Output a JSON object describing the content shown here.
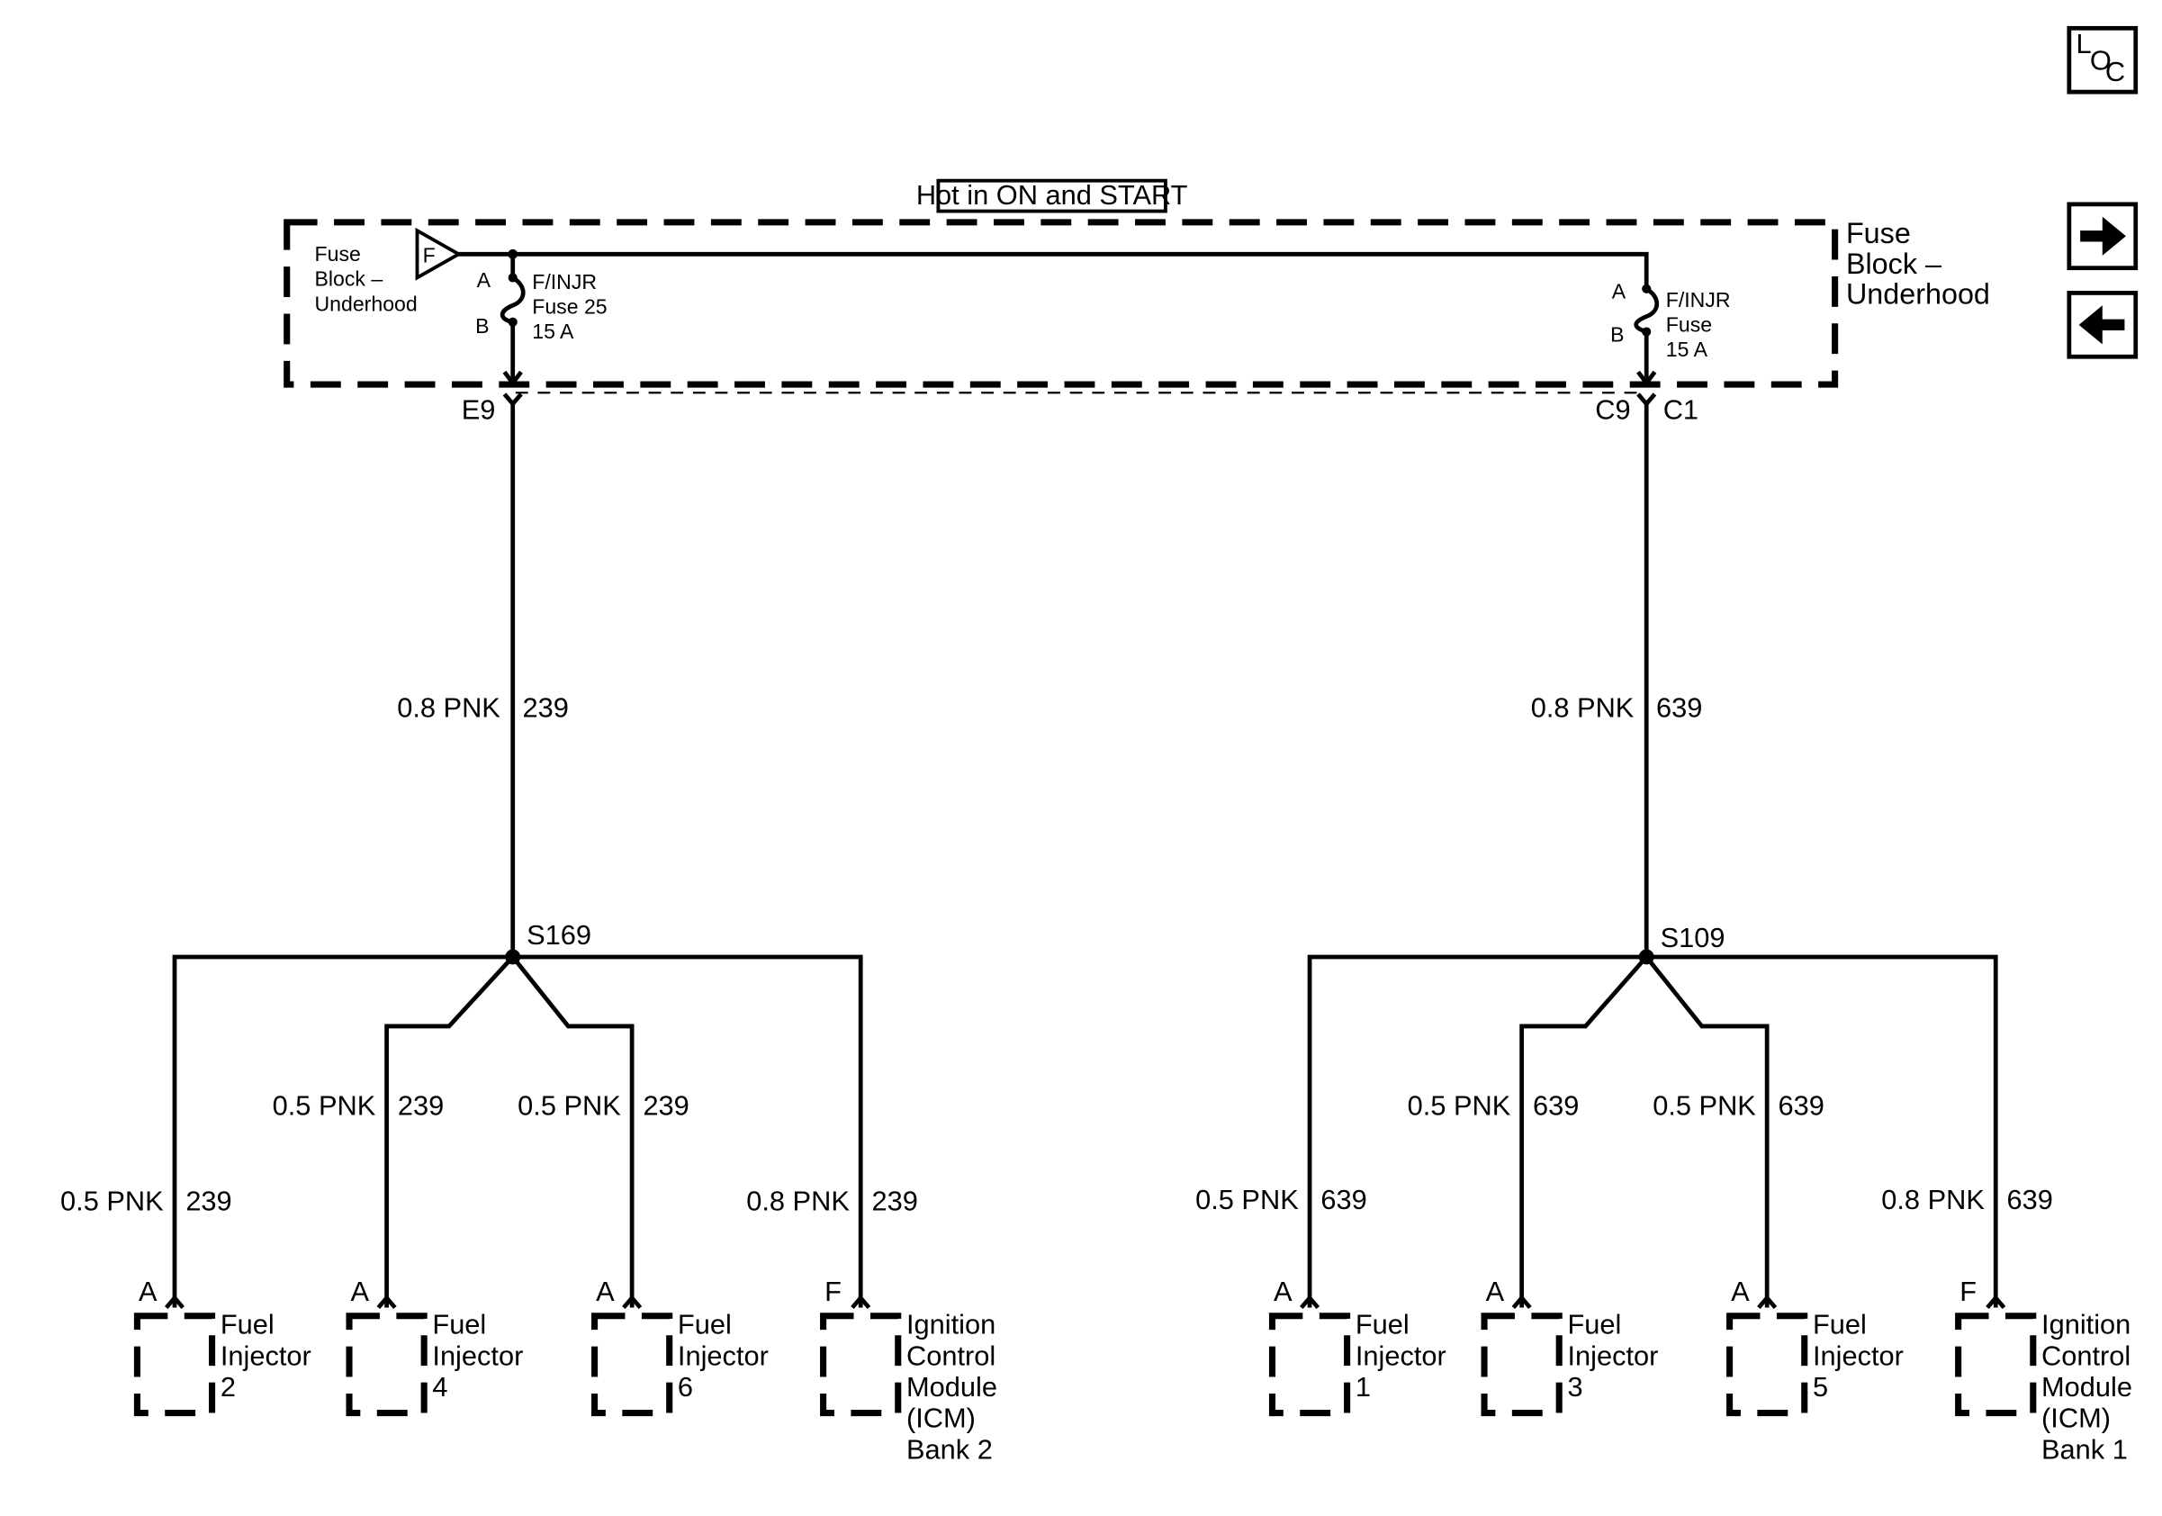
{
  "header": {
    "hot_label": "Hot in ON and START"
  },
  "nav": {
    "loc_l": "L",
    "loc_o": "O",
    "loc_c": "C",
    "next_icon": "arrow-right-icon",
    "prev_icon": "arrow-left-icon"
  },
  "fuse_block": {
    "left_label": [
      "Fuse",
      "Block –",
      "Underhood"
    ],
    "right_label": [
      "Fuse",
      "Block –",
      "Underhood"
    ],
    "bus_marker": "F",
    "fuse_left": {
      "pin_a": "A",
      "pin_b": "B",
      "lines": [
        "F/INJR",
        "Fuse 25",
        "15 A"
      ]
    },
    "fuse_right": {
      "pin_a": "A",
      "pin_b": "B",
      "lines": [
        "F/INJR",
        "Fuse",
        "15 A"
      ]
    }
  },
  "connectors": {
    "left": "E9",
    "right_a": "C9",
    "right_b": "C1"
  },
  "banks": {
    "left": {
      "trunk_wire": {
        "gauge": "0.8 PNK",
        "circuit": "239"
      },
      "splice": "S169",
      "branches": [
        {
          "gauge": "0.5 PNK",
          "circuit": "239",
          "pin": "A",
          "component": [
            "Fuel",
            "Injector",
            "2"
          ]
        },
        {
          "gauge": "0.5 PNK",
          "circuit": "239",
          "pin": "A",
          "component": [
            "Fuel",
            "Injector",
            "4"
          ]
        },
        {
          "gauge": "0.5 PNK",
          "circuit": "239",
          "pin": "A",
          "component": [
            "Fuel",
            "Injector",
            "6"
          ]
        },
        {
          "gauge": "0.8 PNK",
          "circuit": "239",
          "pin": "F",
          "component": [
            "Ignition",
            "Control",
            "Module",
            "(ICM)",
            "Bank 2"
          ]
        }
      ]
    },
    "right": {
      "trunk_wire": {
        "gauge": "0.8 PNK",
        "circuit": "639"
      },
      "splice": "S109",
      "branches": [
        {
          "gauge": "0.5 PNK",
          "circuit": "639",
          "pin": "A",
          "component": [
            "Fuel",
            "Injector",
            "1"
          ]
        },
        {
          "gauge": "0.5 PNK",
          "circuit": "639",
          "pin": "A",
          "component": [
            "Fuel",
            "Injector",
            "3"
          ]
        },
        {
          "gauge": "0.5 PNK",
          "circuit": "639",
          "pin": "A",
          "component": [
            "Fuel",
            "Injector",
            "5"
          ]
        },
        {
          "gauge": "0.8 PNK",
          "circuit": "639",
          "pin": "F",
          "component": [
            "Ignition",
            "Control",
            "Module",
            "(ICM)",
            "Bank 1"
          ]
        }
      ]
    }
  }
}
